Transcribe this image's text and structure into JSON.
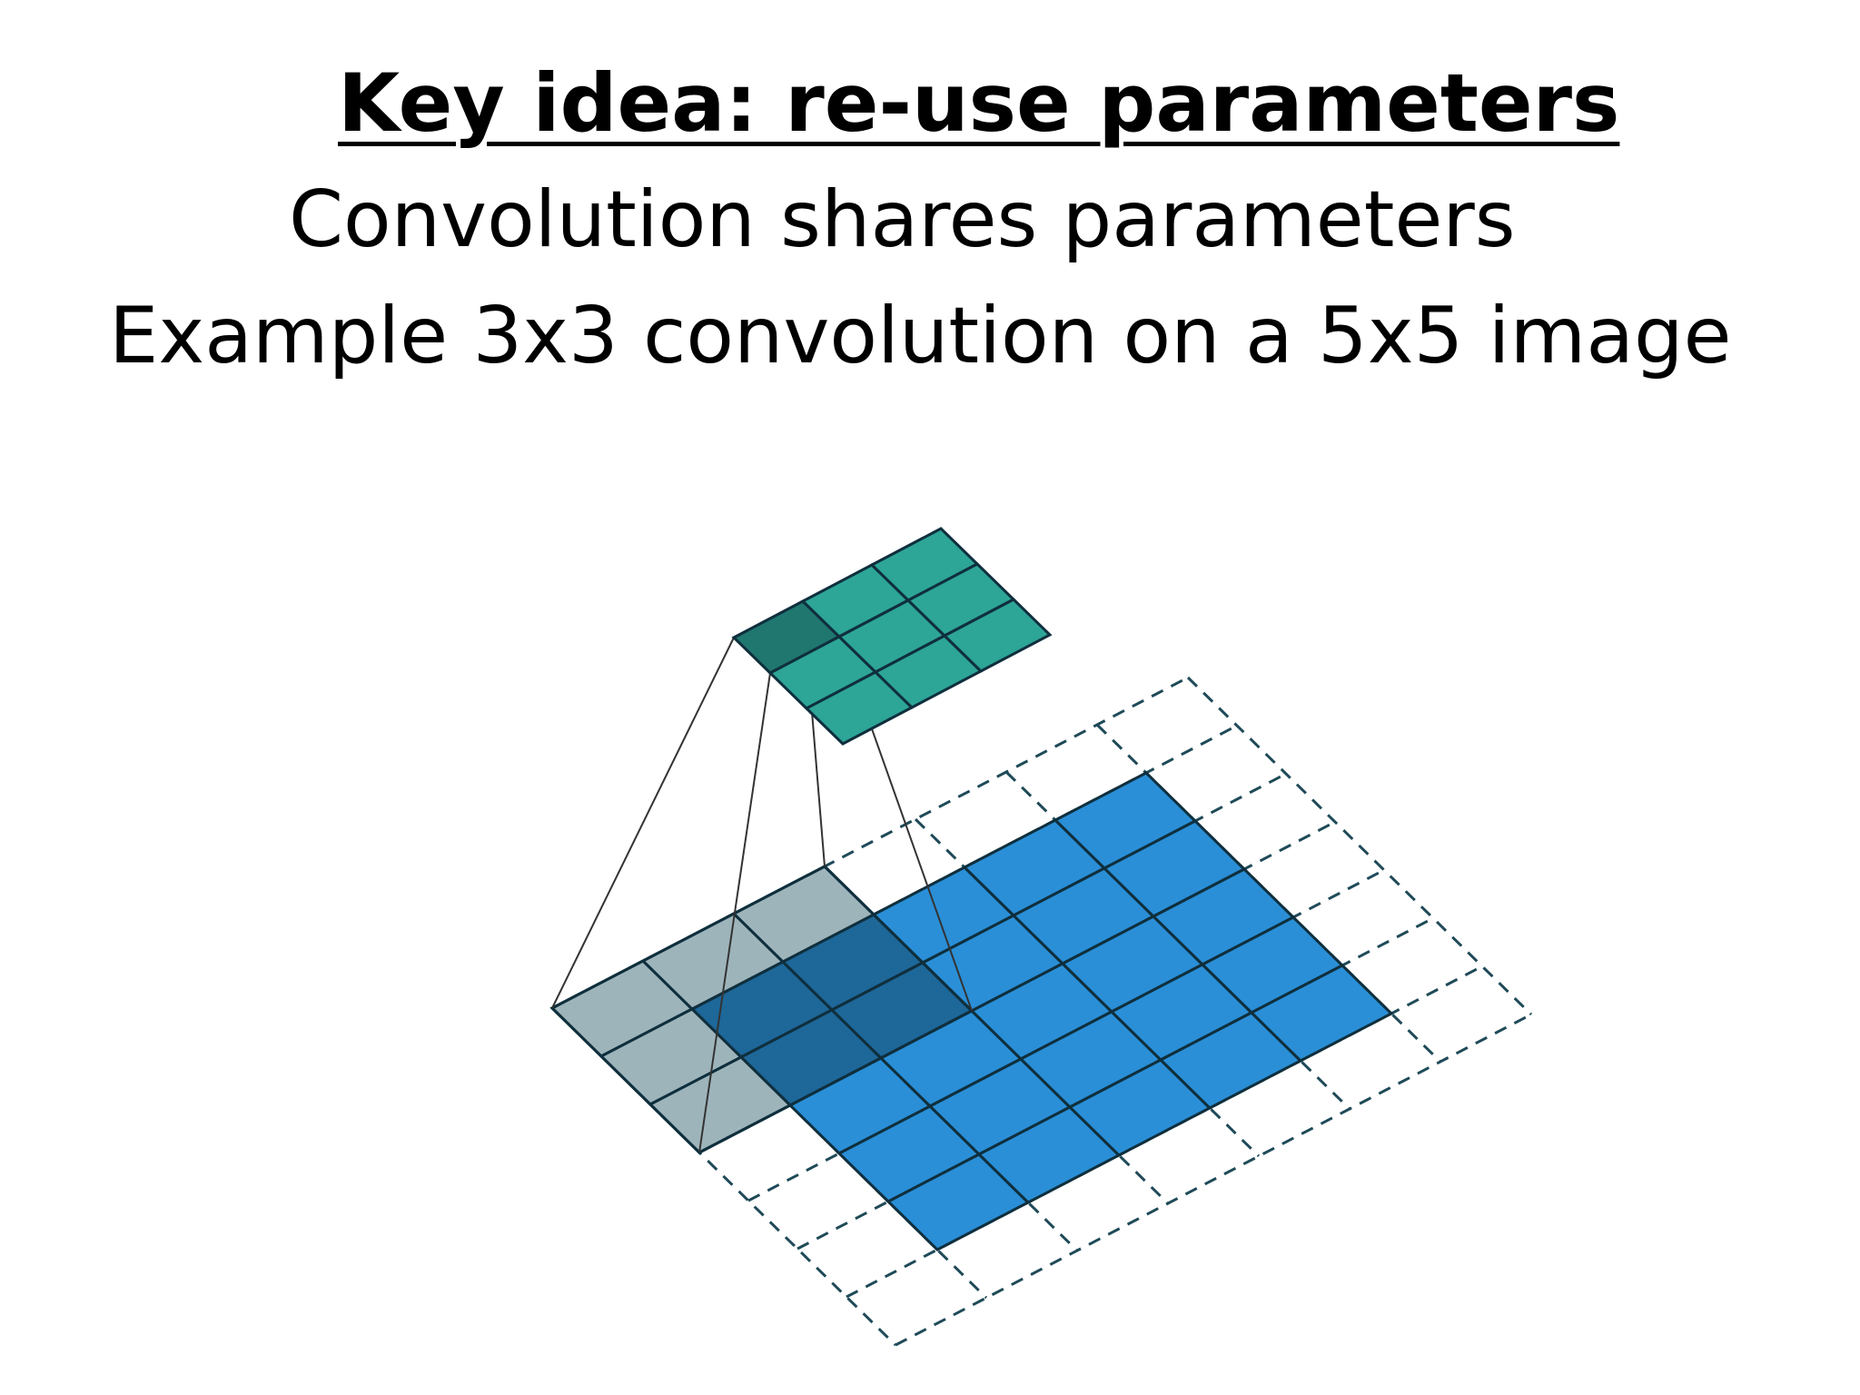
{
  "slide": {
    "title": "Key idea: re-use parameters",
    "line1": "Convolution shares parameters",
    "line2": "Example 3x3 convolution on a 5x5 image"
  },
  "diagram": {
    "input_size": 5,
    "kernel_size": 3,
    "output_size": 3,
    "padding": 1,
    "colors": {
      "input": "#2a8fd7",
      "input_overlap": "#1e6799",
      "kernel": "#9eb4bb",
      "output": "#2da597",
      "output_highlight": "#1f776f",
      "grid_line": "#0f2f3d",
      "dash_line": "#1f4a58"
    }
  }
}
